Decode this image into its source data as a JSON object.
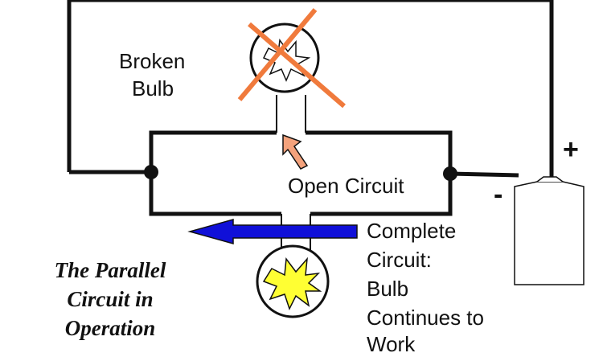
{
  "labels": {
    "broken_bulb_line1": "Broken",
    "broken_bulb_line2": "Bulb",
    "open_circuit": "Open Circuit",
    "complete_line1": "Complete",
    "complete_line2": "Circuit:",
    "complete_line3": "Bulb",
    "complete_line4": "Continues to",
    "complete_line5": "Work"
  },
  "title": {
    "line1": "The Parallel",
    "line2": "Circuit in",
    "line3": "Operation"
  },
  "battery": {
    "positive": "+",
    "negative": "-"
  },
  "colors": {
    "wire": "#111111",
    "cross": "#f07a3c",
    "open_arrow": "#f4a27c",
    "current_arrow": "#1010d8",
    "starburst": "#ffff33",
    "bulb_fill": "#ffffff",
    "battery_fill": "#ffffff"
  }
}
